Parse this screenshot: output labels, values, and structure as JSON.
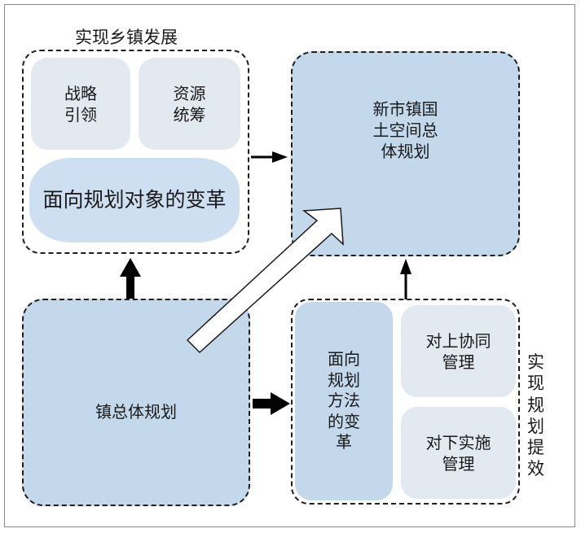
{
  "group_top_left": {
    "title": "实现乡镇发展"
  },
  "strategy_box": {
    "line1": "战略",
    "line2": "引领"
  },
  "resource_box": {
    "line1": "资源",
    "line2": "统筹"
  },
  "object_change_box": {
    "label": "面向规划对象的变革"
  },
  "new_plan_box": {
    "line1": "新市镇国",
    "line2": "土空间总",
    "line3": "体规划"
  },
  "town_plan_box": {
    "label": "镇总体规划"
  },
  "method_change_box": {
    "line1": "面向",
    "line2": "规划",
    "line3": "方法",
    "line4": "的变",
    "line5": "革"
  },
  "upper_coord_box": {
    "line1": "对上协同",
    "line2": "管理"
  },
  "lower_impl_box": {
    "line1": "对下实施",
    "line2": "管理"
  },
  "group_bottom_right": {
    "title_chars": [
      "实",
      "现",
      "规",
      "划",
      "提",
      "效"
    ]
  },
  "colors": {
    "light_box": "#e3e9f1",
    "blue_box": "#c4d8ec",
    "mid_box": "#cddff0",
    "arrow": "#000000",
    "frame": "#8a8a8a"
  }
}
